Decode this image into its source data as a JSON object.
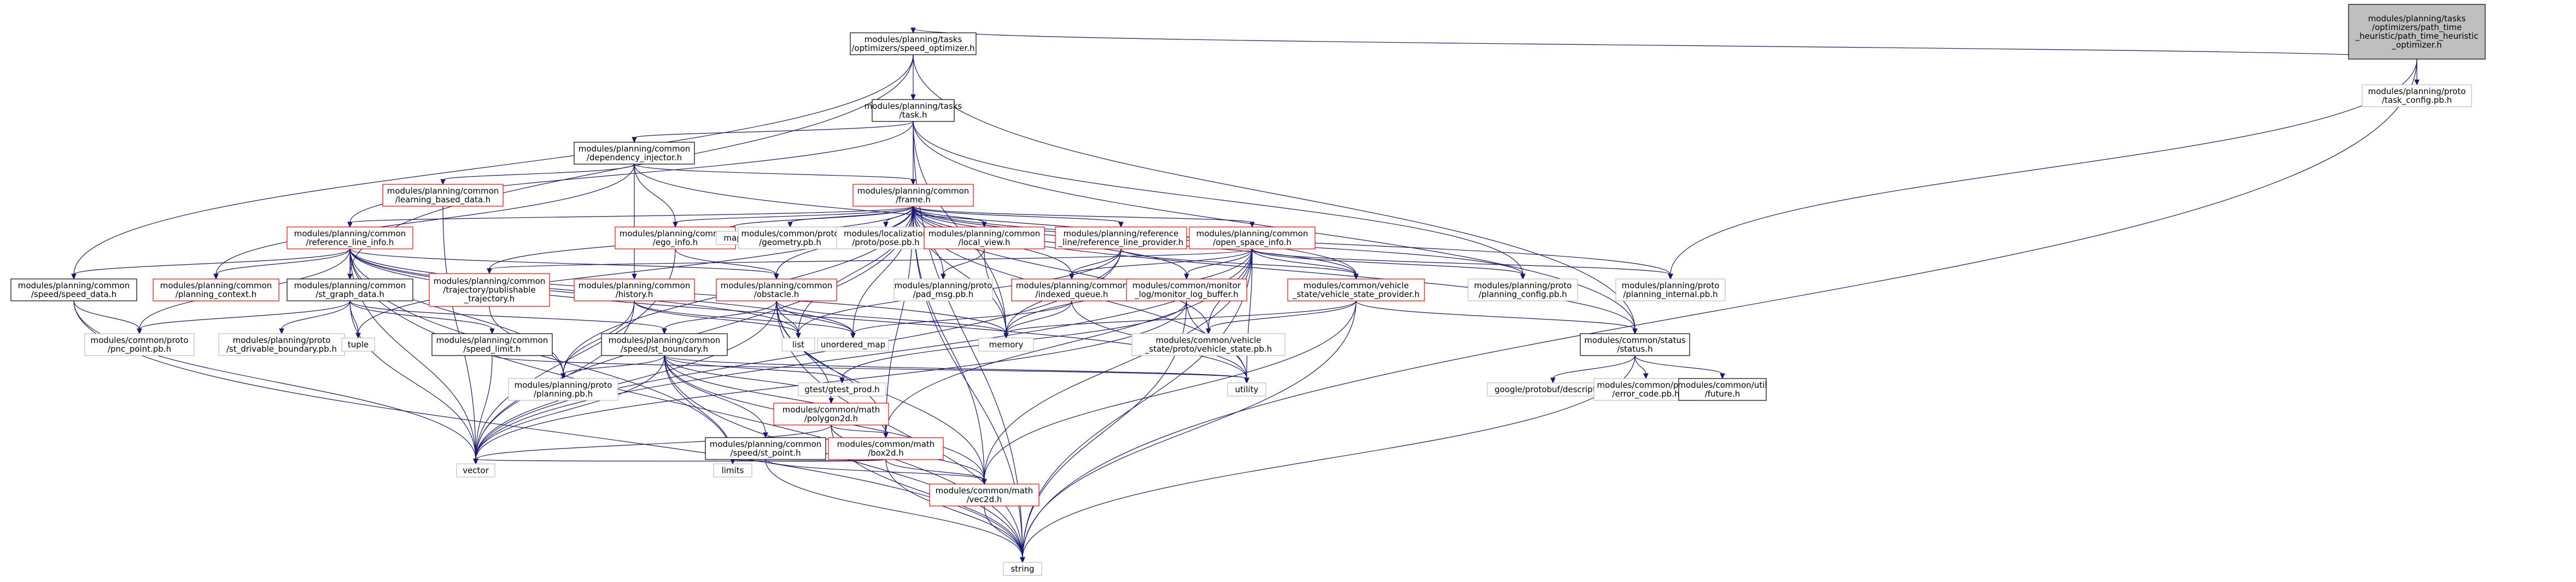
{
  "graph": {
    "colors": {
      "root_fill": "#bfbfbf",
      "root_stroke": "#000000",
      "documented_stroke": "#000000",
      "incomplete_stroke": "#ff0000",
      "system_stroke": "#bfbfbf",
      "edge": "#191970",
      "background": "#ffffff"
    },
    "nodes": [
      {
        "id": "root",
        "kind": "root",
        "lines": [
          "modules/planning/tasks",
          "/optimizers/path_time",
          "_heuristic/path_time_heuristic",
          "_optimizer.h"
        ]
      },
      {
        "id": "speed_optimizer",
        "kind": "documented",
        "lines": [
          "modules/planning/tasks",
          "/optimizers/speed_optimizer.h"
        ]
      },
      {
        "id": "task_config_pb",
        "kind": "system",
        "lines": [
          "modules/planning/proto",
          "/task_config.pb.h"
        ]
      },
      {
        "id": "task",
        "kind": "documented",
        "lines": [
          "modules/planning/tasks",
          "/task.h"
        ]
      },
      {
        "id": "dependency_injector",
        "kind": "documented",
        "lines": [
          "modules/planning/common",
          "/dependency_injector.h"
        ]
      },
      {
        "id": "learning_based_data",
        "kind": "incomplete",
        "lines": [
          "modules/planning/common",
          "/learning_based_data.h"
        ]
      },
      {
        "id": "frame",
        "kind": "incomplete",
        "lines": [
          "modules/planning/common",
          "/frame.h"
        ]
      },
      {
        "id": "reference_line_info",
        "kind": "incomplete",
        "lines": [
          "modules/planning/common",
          "/reference_line_info.h"
        ]
      },
      {
        "id": "ego_info",
        "kind": "incomplete",
        "lines": [
          "modules/planning/common",
          "/ego_info.h"
        ]
      },
      {
        "id": "map",
        "kind": "system",
        "lines": [
          "map"
        ]
      },
      {
        "id": "geometry_pb",
        "kind": "system",
        "lines": [
          "modules/common/proto",
          "/geometry.pb.h"
        ]
      },
      {
        "id": "pose_pb",
        "kind": "system",
        "lines": [
          "modules/localization",
          "/proto/pose.pb.h"
        ]
      },
      {
        "id": "local_view",
        "kind": "incomplete",
        "lines": [
          "modules/planning/common",
          "/local_view.h"
        ]
      },
      {
        "id": "reference_line_provider",
        "kind": "incomplete",
        "lines": [
          "modules/planning/reference",
          "_line/reference_line_provider.h"
        ]
      },
      {
        "id": "open_space_info",
        "kind": "incomplete",
        "lines": [
          "modules/planning/common",
          "/open_space_info.h"
        ]
      },
      {
        "id": "speed_data",
        "kind": "documented",
        "lines": [
          "modules/planning/common",
          "/speed/speed_data.h"
        ]
      },
      {
        "id": "planning_context",
        "kind": "incomplete",
        "lines": [
          "modules/planning/common",
          "/planning_context.h"
        ]
      },
      {
        "id": "st_graph_data",
        "kind": "documented",
        "lines": [
          "modules/planning/common",
          "/st_graph_data.h"
        ]
      },
      {
        "id": "publishable_trajectory",
        "kind": "incomplete",
        "lines": [
          "modules/planning/common",
          "/trajectory/publishable",
          "_trajectory.h"
        ]
      },
      {
        "id": "history",
        "kind": "incomplete",
        "lines": [
          "modules/planning/common",
          "/history.h"
        ]
      },
      {
        "id": "obstacle",
        "kind": "incomplete",
        "lines": [
          "modules/planning/common",
          "/obstacle.h"
        ]
      },
      {
        "id": "pad_msg_pb",
        "kind": "system",
        "lines": [
          "modules/planning/proto",
          "/pad_msg.pb.h"
        ]
      },
      {
        "id": "indexed_queue",
        "kind": "incomplete",
        "lines": [
          "modules/planning/common",
          "/indexed_queue.h"
        ]
      },
      {
        "id": "log_buffer",
        "kind": "incomplete",
        "lines": [
          "modules/common/monitor",
          "_log/monitor_log_buffer.h"
        ]
      },
      {
        "id": "vehicle_state_provider",
        "kind": "incomplete",
        "lines": [
          "modules/common/vehicle",
          "_state/vehicle_state_provider.h"
        ]
      },
      {
        "id": "planning_config_pb",
        "kind": "system",
        "lines": [
          "modules/planning/proto",
          "/planning_config.pb.h"
        ]
      },
      {
        "id": "planning_internal_pb",
        "kind": "system",
        "lines": [
          "modules/planning/proto",
          "/planning_internal.pb.h"
        ]
      },
      {
        "id": "pnc_point_pb",
        "kind": "system",
        "lines": [
          "modules/common/proto",
          "/pnc_point.pb.h"
        ]
      },
      {
        "id": "st_drivable_boundary_pb",
        "kind": "system",
        "lines": [
          "modules/planning/proto",
          "/st_drivable_boundary.pb.h"
        ]
      },
      {
        "id": "tuple",
        "kind": "system",
        "lines": [
          "tuple"
        ]
      },
      {
        "id": "speed_limit",
        "kind": "documented",
        "lines": [
          "modules/planning/common",
          "/speed_limit.h"
        ]
      },
      {
        "id": "st_boundary",
        "kind": "documented",
        "lines": [
          "modules/planning/common",
          "/speed/st_boundary.h"
        ]
      },
      {
        "id": "list",
        "kind": "system",
        "lines": [
          "list"
        ]
      },
      {
        "id": "unordered_map",
        "kind": "system",
        "lines": [
          "unordered_map"
        ]
      },
      {
        "id": "memory",
        "kind": "system",
        "lines": [
          "memory"
        ]
      },
      {
        "id": "vehicle_state_pb",
        "kind": "system",
        "lines": [
          "modules/common/vehicle",
          "_state/proto/vehicle_state.pb.h"
        ]
      },
      {
        "id": "status",
        "kind": "documented",
        "lines": [
          "modules/common/status",
          "/status.h"
        ]
      },
      {
        "id": "planning_pb",
        "kind": "system",
        "lines": [
          "modules/planning/proto",
          "/planning.pb.h"
        ]
      },
      {
        "id": "gtest_prod",
        "kind": "system",
        "lines": [
          "gtest/gtest_prod.h"
        ]
      },
      {
        "id": "polygon2d",
        "kind": "incomplete",
        "lines": [
          "modules/common/math",
          "/polygon2d.h"
        ]
      },
      {
        "id": "utility",
        "kind": "system",
        "lines": [
          "utility"
        ]
      },
      {
        "id": "descriptor",
        "kind": "system",
        "lines": [
          "google/protobuf/descriptor.h"
        ]
      },
      {
        "id": "error_code_pb",
        "kind": "system",
        "lines": [
          "modules/common/proto",
          "/error_code.pb.h"
        ]
      },
      {
        "id": "future",
        "kind": "documented",
        "lines": [
          "modules/common/util",
          "/future.h"
        ]
      },
      {
        "id": "speed_point",
        "kind": "documented",
        "lines": [
          "modules/planning/common",
          "/speed/st_point.h"
        ]
      },
      {
        "id": "box2d",
        "kind": "incomplete",
        "lines": [
          "modules/common/math",
          "/box2d.h"
        ]
      },
      {
        "id": "limits",
        "kind": "system",
        "lines": [
          "limits"
        ]
      },
      {
        "id": "vector",
        "kind": "system",
        "lines": [
          "vector"
        ]
      },
      {
        "id": "vec2d",
        "kind": "incomplete",
        "lines": [
          "modules/common/math",
          "/vec2d.h"
        ]
      },
      {
        "id": "string",
        "kind": "system",
        "lines": [
          "string"
        ]
      }
    ],
    "edges": [
      [
        "root",
        "speed_optimizer"
      ],
      [
        "root",
        "task_config_pb"
      ],
      [
        "root",
        "planning_internal_pb"
      ],
      [
        "root",
        "string"
      ],
      [
        "speed_optimizer",
        "task"
      ],
      [
        "speed_optimizer",
        "speed_data"
      ],
      [
        "speed_optimizer",
        "st_graph_data"
      ],
      [
        "speed_optimizer",
        "status"
      ],
      [
        "task",
        "dependency_injector"
      ],
      [
        "task",
        "frame"
      ],
      [
        "task",
        "reference_line_info"
      ],
      [
        "task",
        "status"
      ],
      [
        "task",
        "string"
      ],
      [
        "task",
        "memory"
      ],
      [
        "task",
        "planning_config_pb"
      ],
      [
        "dependency_injector",
        "learning_based_data"
      ],
      [
        "dependency_injector",
        "frame"
      ],
      [
        "dependency_injector",
        "ego_info"
      ],
      [
        "dependency_injector",
        "history"
      ],
      [
        "dependency_injector",
        "planning_context"
      ],
      [
        "dependency_injector",
        "vehicle_state_provider"
      ],
      [
        "learning_based_data",
        "vector"
      ],
      [
        "frame",
        "reference_line_info"
      ],
      [
        "frame",
        "ego_info"
      ],
      [
        "frame",
        "map"
      ],
      [
        "frame",
        "geometry_pb"
      ],
      [
        "frame",
        "pose_pb"
      ],
      [
        "frame",
        "local_view"
      ],
      [
        "frame",
        "reference_line_provider"
      ],
      [
        "frame",
        "open_space_info"
      ],
      [
        "frame",
        "publishable_trajectory"
      ],
      [
        "frame",
        "obstacle"
      ],
      [
        "frame",
        "pad_msg_pb"
      ],
      [
        "frame",
        "indexed_queue"
      ],
      [
        "frame",
        "log_buffer"
      ],
      [
        "frame",
        "vehicle_state_provider"
      ],
      [
        "frame",
        "planning_config_pb"
      ],
      [
        "frame",
        "planning_internal_pb"
      ],
      [
        "frame",
        "status"
      ],
      [
        "frame",
        "list"
      ],
      [
        "frame",
        "memory"
      ],
      [
        "frame",
        "tuple"
      ],
      [
        "frame",
        "utility"
      ],
      [
        "frame",
        "vector"
      ],
      [
        "frame",
        "string"
      ],
      [
        "frame",
        "vec2d"
      ],
      [
        "frame",
        "box2d"
      ],
      [
        "frame",
        "unordered_map"
      ],
      [
        "frame",
        "vehicle_state_pb"
      ],
      [
        "frame",
        "planning_pb"
      ],
      [
        "reference_line_info",
        "speed_data"
      ],
      [
        "reference_line_info",
        "planning_context"
      ],
      [
        "reference_line_info",
        "st_graph_data"
      ],
      [
        "reference_line_info",
        "pnc_point_pb"
      ],
      [
        "reference_line_info",
        "list"
      ],
      [
        "reference_line_info",
        "unordered_map"
      ],
      [
        "reference_line_info",
        "memory"
      ],
      [
        "reference_line_info",
        "limits"
      ],
      [
        "reference_line_info",
        "vector"
      ],
      [
        "reference_line_info",
        "string"
      ],
      [
        "reference_line_info",
        "planning_pb"
      ],
      [
        "reference_line_info",
        "utility"
      ],
      [
        "reference_line_info",
        "obstacle"
      ],
      [
        "ego_info",
        "obstacle"
      ],
      [
        "ego_info",
        "vector"
      ],
      [
        "local_view",
        "memory"
      ],
      [
        "local_view",
        "pad_msg_pb"
      ],
      [
        "reference_line_provider",
        "indexed_queue"
      ],
      [
        "reference_line_provider",
        "vehicle_state_provider"
      ],
      [
        "reference_line_provider",
        "memory"
      ],
      [
        "reference_line_provider",
        "list"
      ],
      [
        "reference_line_provider",
        "vector"
      ],
      [
        "open_space_info",
        "indexed_queue"
      ],
      [
        "open_space_info",
        "log_buffer"
      ],
      [
        "open_space_info",
        "vehicle_state_provider"
      ],
      [
        "open_space_info",
        "planning_config_pb"
      ],
      [
        "open_space_info",
        "planning_internal_pb"
      ],
      [
        "open_space_info",
        "memory"
      ],
      [
        "open_space_info",
        "utility"
      ],
      [
        "open_space_info",
        "vector"
      ],
      [
        "open_space_info",
        "string"
      ],
      [
        "open_space_info",
        "vec2d"
      ],
      [
        "open_space_info",
        "vehicle_state_pb"
      ],
      [
        "open_space_info",
        "publishable_trajectory"
      ],
      [
        "open_space_info",
        "box2d"
      ],
      [
        "speed_data",
        "pnc_point_pb"
      ],
      [
        "speed_data",
        "vector"
      ],
      [
        "speed_data",
        "string"
      ],
      [
        "st_graph_data",
        "pnc_point_pb"
      ],
      [
        "st_graph_data",
        "st_drivable_boundary_pb"
      ],
      [
        "st_graph_data",
        "tuple"
      ],
      [
        "st_graph_data",
        "speed_limit"
      ],
      [
        "st_graph_data",
        "st_boundary"
      ],
      [
        "st_graph_data",
        "vector"
      ],
      [
        "publishable_trajectory",
        "planning_pb"
      ],
      [
        "history",
        "list"
      ],
      [
        "history",
        "unordered_map"
      ],
      [
        "history",
        "planning_pb"
      ],
      [
        "history",
        "vector"
      ],
      [
        "obstacle",
        "st_boundary"
      ],
      [
        "obstacle",
        "list"
      ],
      [
        "obstacle",
        "unordered_map"
      ],
      [
        "obstacle",
        "memory"
      ],
      [
        "obstacle",
        "string"
      ],
      [
        "obstacle",
        "vector"
      ],
      [
        "obstacle",
        "vec2d"
      ],
      [
        "obstacle",
        "box2d"
      ],
      [
        "obstacle",
        "polygon2d"
      ],
      [
        "indexed_queue",
        "memory"
      ],
      [
        "indexed_queue",
        "unordered_map"
      ],
      [
        "indexed_queue",
        "utility"
      ],
      [
        "log_buffer",
        "utility"
      ],
      [
        "log_buffer",
        "string"
      ],
      [
        "log_buffer",
        "vector"
      ],
      [
        "log_buffer",
        "gtest_prod"
      ],
      [
        "vehicle_state_provider",
        "vehicle_state_pb"
      ],
      [
        "vehicle_state_provider",
        "status"
      ],
      [
        "vehicle_state_provider",
        "vec2d"
      ],
      [
        "vehicle_state_provider",
        "string"
      ],
      [
        "vehicle_state_provider",
        "memory"
      ],
      [
        "speed_limit",
        "utility"
      ],
      [
        "speed_limit",
        "vector"
      ],
      [
        "st_boundary",
        "gtest_prod"
      ],
      [
        "st_boundary",
        "polygon2d"
      ],
      [
        "st_boundary",
        "speed_point"
      ],
      [
        "st_boundary",
        "box2d"
      ],
      [
        "st_boundary",
        "vec2d"
      ],
      [
        "st_boundary",
        "limits"
      ],
      [
        "st_boundary",
        "string"
      ],
      [
        "st_boundary",
        "utility"
      ],
      [
        "st_boundary",
        "vector"
      ],
      [
        "st_boundary",
        "planning_pb"
      ],
      [
        "status",
        "descriptor"
      ],
      [
        "status",
        "error_code_pb"
      ],
      [
        "status",
        "future"
      ],
      [
        "status",
        "string"
      ],
      [
        "polygon2d",
        "box2d"
      ],
      [
        "polygon2d",
        "vec2d"
      ],
      [
        "polygon2d",
        "vector"
      ],
      [
        "polygon2d",
        "string"
      ],
      [
        "speed_point",
        "vec2d"
      ],
      [
        "speed_point",
        "string"
      ],
      [
        "box2d",
        "vec2d"
      ],
      [
        "box2d",
        "limits"
      ],
      [
        "box2d",
        "vector"
      ],
      [
        "box2d",
        "string"
      ],
      [
        "vec2d",
        "string"
      ]
    ]
  }
}
